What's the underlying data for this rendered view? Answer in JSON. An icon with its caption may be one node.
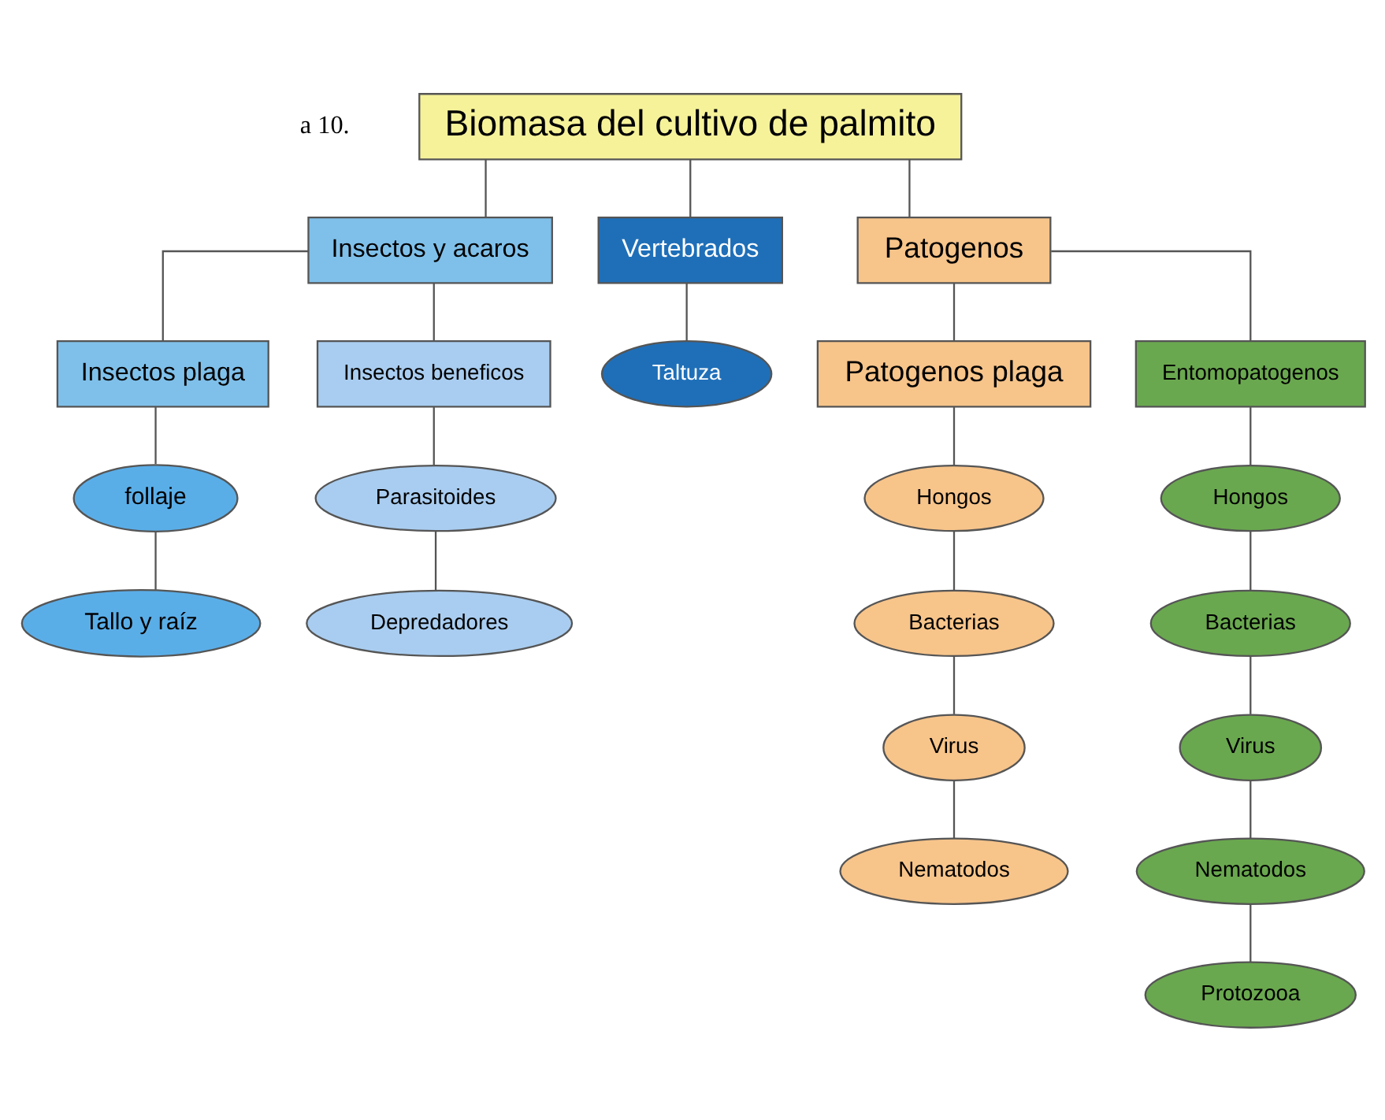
{
  "diagram": {
    "nodes": [
      {
        "text": [
          "Biomasa del cultivo de palmito"
        ]
      },
      {
        "text": [
          "Insectos y acaros"
        ]
      },
      {
        "text": [
          "Vertebrados"
        ]
      },
      {
        "text": [
          "Patogenos"
        ]
      },
      {
        "text": [
          "Insectos plaga"
        ]
      },
      {
        "text": [
          "Insectos beneficos"
        ]
      },
      {
        "text": [
          "follaje"
        ]
      },
      {
        "text": [
          "Tallo y raíz"
        ]
      },
      {
        "text": [
          "Parasitoides"
        ]
      },
      {
        "text": [
          "Depredadores"
        ]
      },
      {
        "text": [
          "Taltuza"
        ]
      },
      {
        "text": [
          "Patogenos plaga"
        ]
      },
      {
        "text": [
          "Entomopatogenos"
        ]
      },
      {
        "text": [
          "Hongos"
        ]
      },
      {
        "text": [
          "Bacterias"
        ]
      },
      {
        "text": [
          "Virus"
        ]
      },
      {
        "text": [
          "Nematodos"
        ]
      },
      {
        "text": [
          "Hongos"
        ]
      },
      {
        "text": [
          "Bacterias"
        ]
      },
      {
        "text": [
          "Virus"
        ]
      },
      {
        "text": [
          "Nematodos"
        ]
      },
      {
        "text": [
          "Protozooa"
        ]
      }
    ],
    "edges": [
      {
        "from": 0,
        "to": 1,
        "arrow": "none"
      },
      {
        "from": 0,
        "to": 2,
        "arrow": "none"
      },
      {
        "from": 0,
        "to": 3,
        "arrow": "none"
      },
      {
        "from": 1,
        "to": 4,
        "arrow": "none"
      },
      {
        "from": 1,
        "to": 5,
        "arrow": "none"
      },
      {
        "from": 4,
        "to": 6,
        "arrow": "none"
      },
      {
        "from": 6,
        "to": 7,
        "arrow": "none"
      },
      {
        "from": 5,
        "to": 8,
        "arrow": "none"
      },
      {
        "from": 8,
        "to": 9,
        "arrow": "none"
      },
      {
        "from": 2,
        "to": 10,
        "arrow": "none"
      },
      {
        "from": 3,
        "to": 11,
        "arrow": "none"
      },
      {
        "from": 3,
        "to": 12,
        "arrow": "none"
      },
      {
        "from": 11,
        "to": 13,
        "arrow": "none"
      },
      {
        "from": 13,
        "to": 14,
        "arrow": "none"
      },
      {
        "from": 14,
        "to": 15,
        "arrow": "none"
      },
      {
        "from": 15,
        "to": 16,
        "arrow": "none"
      },
      {
        "from": 12,
        "to": 17,
        "arrow": "none"
      },
      {
        "from": 17,
        "to": 18,
        "arrow": "none"
      },
      {
        "from": 18,
        "to": 19,
        "arrow": "none"
      },
      {
        "from": 19,
        "to": 20,
        "arrow": "none"
      },
      {
        "from": 20,
        "to": 21,
        "arrow": "none"
      }
    ],
    "labels": [
      "a 10."
    ]
  }
}
